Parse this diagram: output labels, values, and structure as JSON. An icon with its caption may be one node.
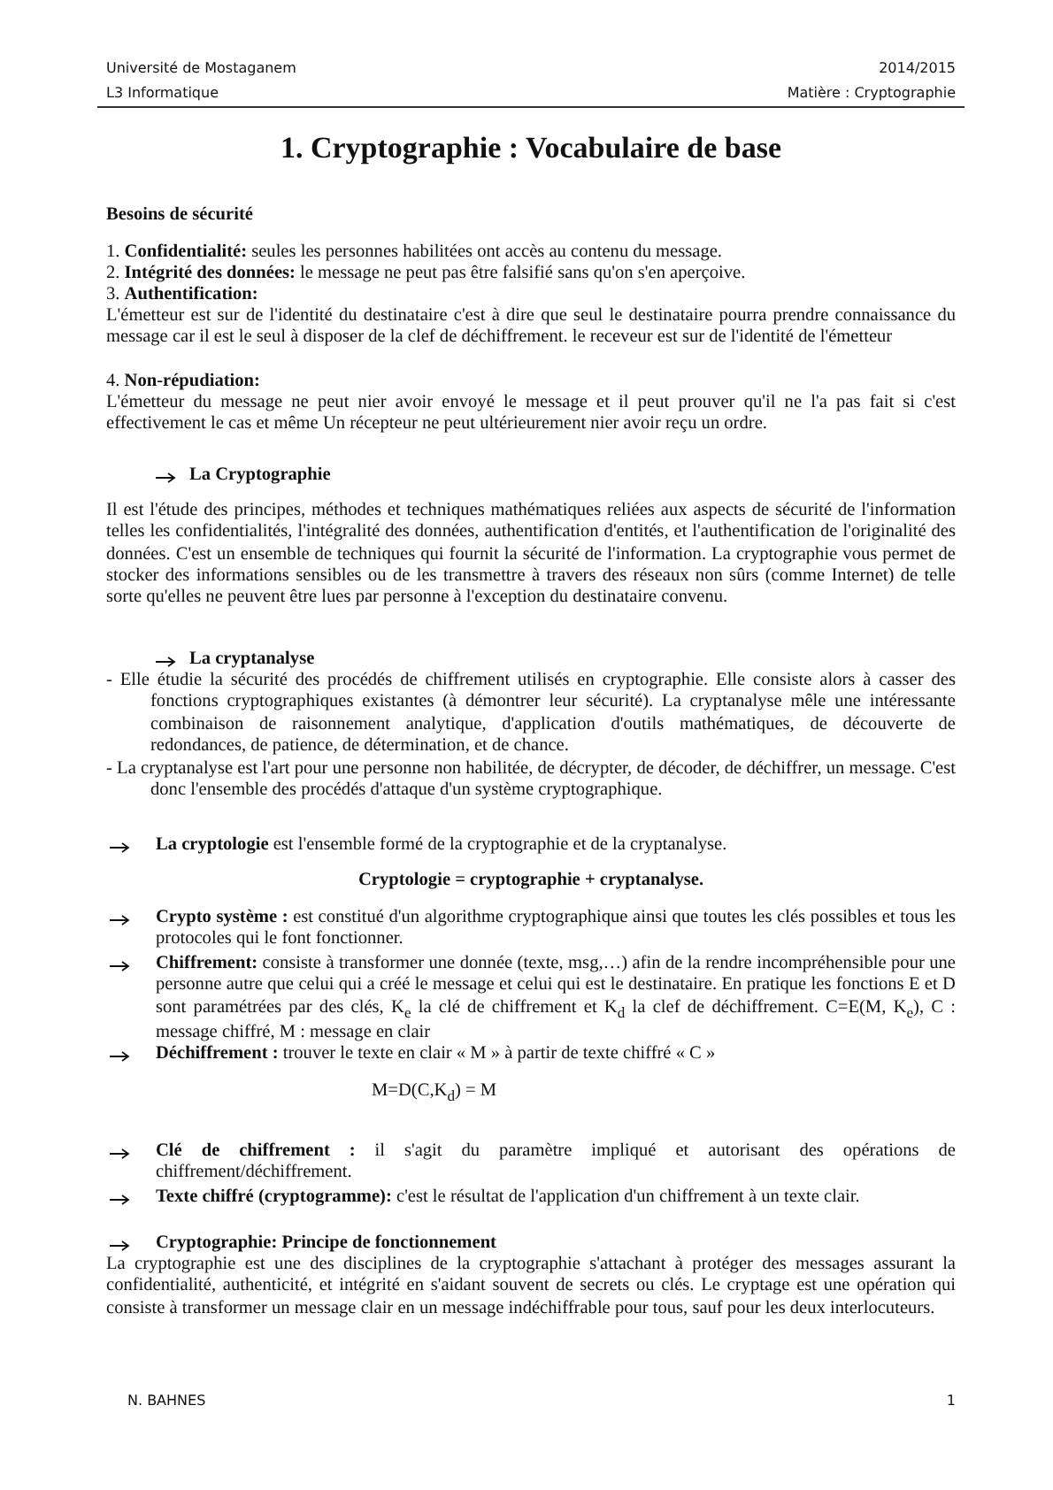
{
  "diagram": {
    "title": "1. Cryptographie : Vocabulaire de base",
    "labels": [
      "Université de Mostaganem",
      "2014/2015",
      "L3 Informatique",
      "Matière : Cryptographie",
      "Besoins de sécurité",
      "1. **Confidentialité:** seules les personnes habilitées ont accès au contenu du message.",
      "2. **Intégrité des données:** le message ne peut pas être falsifié sans qu'on s'en aperçoive.",
      "3. **Authentification:**",
      "L'émetteur est sur de l'identité du destinataire c'est à dire que seul le destinataire pourra prendre connaissance du message car il est le seul à disposer de la clef de déchiffrement. le receveur est sur de l'identité de l'émetteur",
      "4. **Non-répudiation:**",
      "L'émetteur du message ne peut nier avoir envoyé le message et il peut prouver qu'il ne l'a pas fait si c'est effectivement le cas et même Un récepteur ne peut ultérieurement nier avoir reçu un ordre.",
      "La Cryptographie",
      "Il est l'étude des principes, méthodes et techniques mathématiques reliées aux aspects de sécurité de l'information telles les confidentialités, l'intégralité des données, authentification d'entités, et l'authentification de l'originalité des données. C'est un ensemble de techniques qui fournit la sécurité de l'information. La cryptographie vous permet de stocker des informations sensibles ou de les transmettre à travers des réseaux non sûrs (comme Internet) de telle sorte qu'elles ne peuvent être lues par personne à l'exception du destinataire convenu.",
      "La cryptanalyse",
      "- Elle étudie la sécurité des procédés de chiffrement utilisés en cryptographie. Elle consiste alors à casser des fonctions cryptographiques existantes (à démontrer leur sécurité). La cryptanalyse mêle une intéressante combinaison de raisonnement analytique, d'application d'outils mathématiques, de découverte de redondances, de patience, de détermination, et de chance.",
      "- La cryptanalyse est l'art pour une personne non habilitée, de décrypter, de décoder, de déchiffrer, un message. C'est donc l'ensemble des procédés d'attaque d'un système cryptographique.",
      "**La cryptologie** est l'ensemble formé de la cryptographie et de la cryptanalyse.",
      "Cryptologie = cryptographie + cryptanalyse.",
      "**Crypto système :** est constitué d'un algorithme cryptographique ainsi que toutes les clés possibles et tous les protocoles qui le font fonctionner.",
      "**Chiffrement:** consiste à transformer une donnée (texte, msg,…) afin de la rendre incompréhensible pour une personne autre que celui qui a créé le message et celui qui est le destinataire. En pratique les fonctions E et D sont paramétrées par des clés, K$_{e}$ la clé de chiffrement et K$_{d}$ la clef de déchiffrement. C=E(M, K$_{e}$), C : message chiffré, M : message en clair",
      "**Déchiffrement :** trouver le texte en clair « M » à partir de texte chiffré « C »",
      "M=D(C,K$_{d}$) = M",
      "**Clé de chiffrement :** il s'agit du paramètre impliqué et autorisant des opérations de chiffrement/déchiffrement.",
      "**Texte chiffré (cryptogramme):** c'est le résultat de l'application d'un chiffrement à un texte clair.",
      "Cryptographie: Principe de fonctionnement",
      "La cryptographie est une des disciplines de la cryptographie s'attachant à protéger des messages assurant la confidentialité, authenticité, et intégrité en s'aidant souvent de secrets ou clés. Le cryptage est une opération qui consiste à transformer un message clair en un message indéchiffrable pour tous, sauf pour les deux interlocuteurs.",
      "N. BAHNES",
      "1"
    ]
  }
}
